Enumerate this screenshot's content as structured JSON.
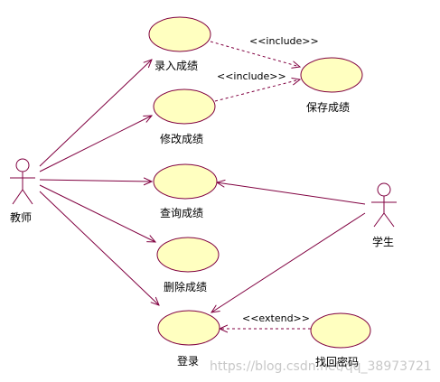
{
  "diagram": {
    "actors": {
      "teacher": "教师",
      "student": "学生"
    },
    "use_cases": {
      "enter_grades": "录入成绩",
      "modify_grades": "修改成绩",
      "save_grades": "保存成绩",
      "query_grades": "查询成绩",
      "delete_grades": "删除成绩",
      "login": "登录",
      "recover_password": "找回密码"
    },
    "relations": {
      "include_1": "<<include>>",
      "include_2": "<<include>>",
      "extend": "<<extend>>"
    },
    "watermark": "https://blog.csdn.net/qq_38973721"
  },
  "colors": {
    "usecase_fill": "#ffffc0",
    "line": "#800040"
  }
}
